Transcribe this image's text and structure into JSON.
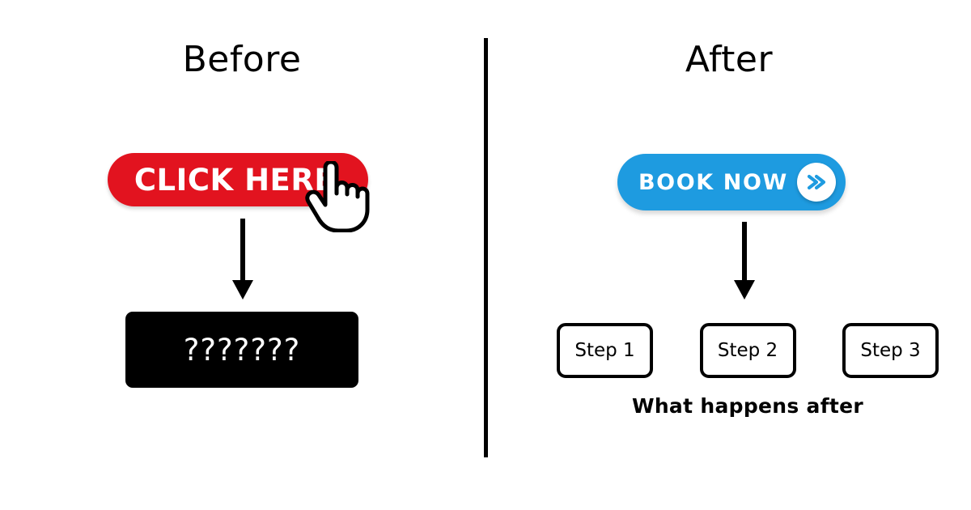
{
  "layout": {
    "background_color": "#ffffff",
    "divider_color": "#000000"
  },
  "before": {
    "title": "Before",
    "cta_button": {
      "label": "CLICK HERE",
      "color": "#E2131F",
      "text_color": "#ffffff",
      "cursor_icon": "hand-pointer-icon"
    },
    "flow_arrow_icon": "down-arrow-icon",
    "outcome_box": {
      "text": "???????",
      "background_color": "#000000",
      "text_color": "#ffffff"
    }
  },
  "after": {
    "title": "After",
    "cta_button": {
      "label": "BOOK NOW",
      "color": "#1E9BE0",
      "text_color": "#ffffff",
      "chevron_icon": "double-chevron-right-icon",
      "chevron_color": "#1E9BE0",
      "chevron_bg": "#ffffff"
    },
    "flow_arrow_icon": "down-arrow-icon",
    "steps": [
      {
        "label": "Step 1"
      },
      {
        "label": "Step 2"
      },
      {
        "label": "Step 3"
      }
    ],
    "caption": "What happens after"
  }
}
